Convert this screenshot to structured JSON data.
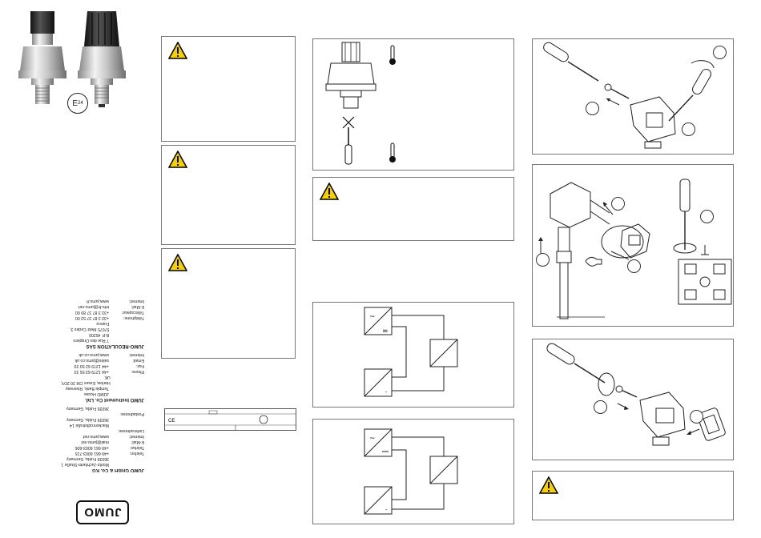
{
  "approval_mark": {
    "prefix": "E",
    "number": "24"
  },
  "logo_text": "JUMO",
  "company_blocks": [
    {
      "name": "JUMO GmbH & Co. KG",
      "lines": [
        [
          "",
          "Moritz-Juchheim-Straße 1"
        ],
        [
          "",
          "36039 Fulda, Germany"
        ],
        [
          "Telefon:",
          "+49 661 6003-715"
        ],
        [
          "Telefax:",
          "+49 661 6003-606"
        ],
        [
          "E-Mail:",
          "mail@jumo.net"
        ],
        [
          "Internet:",
          "www.jumo.net"
        ],
        [
          "Lieferadresse:",
          ""
        ],
        [
          "",
          "Mackenrodtstraße 14"
        ],
        [
          "",
          "36039 Fulda, Germany"
        ],
        [
          "Postadresse:",
          ""
        ],
        [
          "",
          "36035 Fulda, Germany"
        ]
      ]
    },
    {
      "name": "JUMO Instrument Co. Ltd.",
      "lines": [
        [
          "",
          "JUMO House"
        ],
        [
          "",
          "Temple Bank, Riverway"
        ],
        [
          "",
          "Harlow, Essex CM 20 2DY, UK"
        ],
        [
          "Phone:",
          "+44 1279 63 55 33"
        ],
        [
          "Fax:",
          "+44 1279 62 50 29"
        ],
        [
          "Email:",
          "sales@jumo.co.uk"
        ],
        [
          "Internet:",
          "www.jumo.co.uk"
        ]
      ]
    },
    {
      "name": "JUMO-REGULATION SAS",
      "lines": [
        [
          "",
          "7 Rue des Drapiers"
        ],
        [
          "",
          "B.P. 45200"
        ],
        [
          "",
          "57075 Metz Cedex 3, France"
        ],
        [
          "Téléphone:",
          "+33 3 87 37 53 00"
        ],
        [
          "Télécopieur:",
          "+33 3 87 37 89 00"
        ],
        [
          "E-Mail:",
          "info.fr@jumo.net"
        ],
        [
          "Internet:",
          "www.jumo.fr"
        ]
      ]
    }
  ]
}
